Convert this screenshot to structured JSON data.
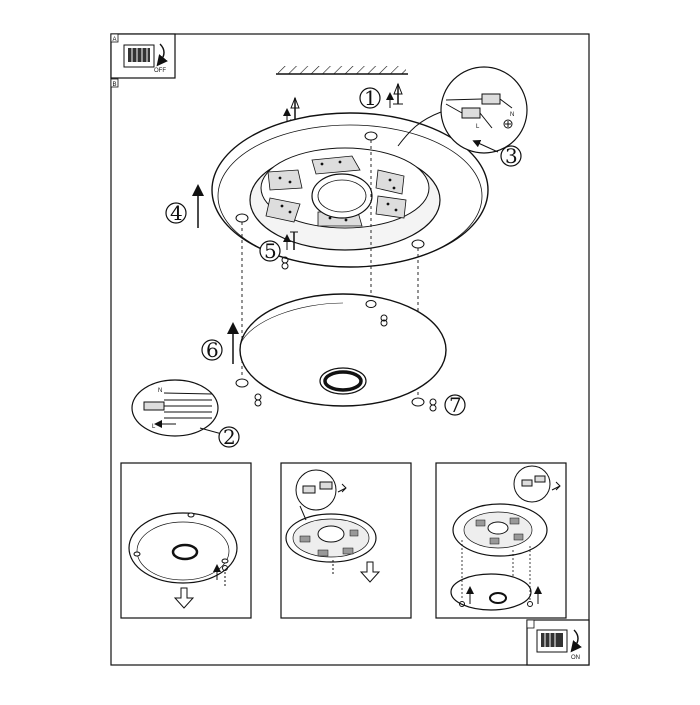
{
  "diagram": {
    "corner_labels": [
      "A",
      "B"
    ],
    "switch_off_label": "OFF",
    "switch_on_label": "ON",
    "wire_labels": {
      "n": "N",
      "l": "L"
    },
    "steps": [
      "1",
      "2",
      "3",
      "4",
      "5",
      "6",
      "7"
    ],
    "colors": {
      "line": "#111111",
      "background": "#ffffff"
    }
  }
}
